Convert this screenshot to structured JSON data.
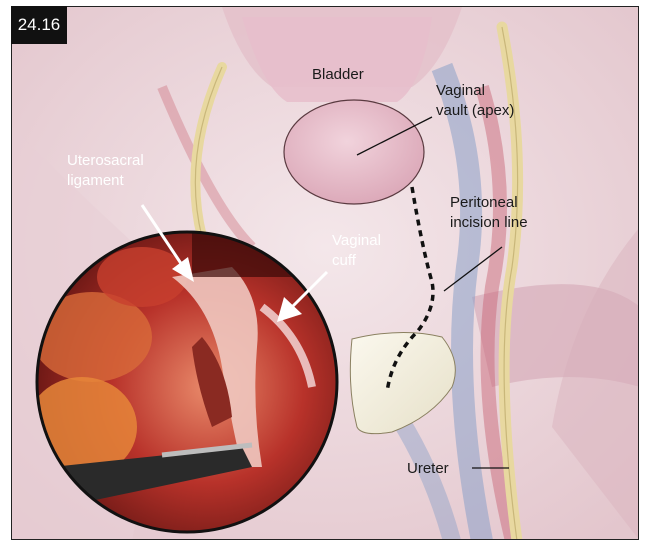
{
  "figure": {
    "number": "24.16",
    "labels": {
      "bladder": "Bladder",
      "vault_line1": "Vaginal",
      "vault_line2": "vault (apex)",
      "peritoneal_line1": "Peritoneal",
      "peritoneal_line2": "incision line",
      "uterosacral_line1": "Uterosacral",
      "uterosacral_line2": "ligament",
      "cuff_line1": "Vaginal",
      "cuff_line2": "cuff",
      "ureter": "Ureter"
    }
  },
  "colors": {
    "background": "#efe0e4",
    "bladder": "#e7bfcc",
    "ureter": "#e8d8a0",
    "vessel_blue": "#8aa0c8",
    "vessel_red": "#c86070",
    "inset_tissue": "#b8322a"
  }
}
